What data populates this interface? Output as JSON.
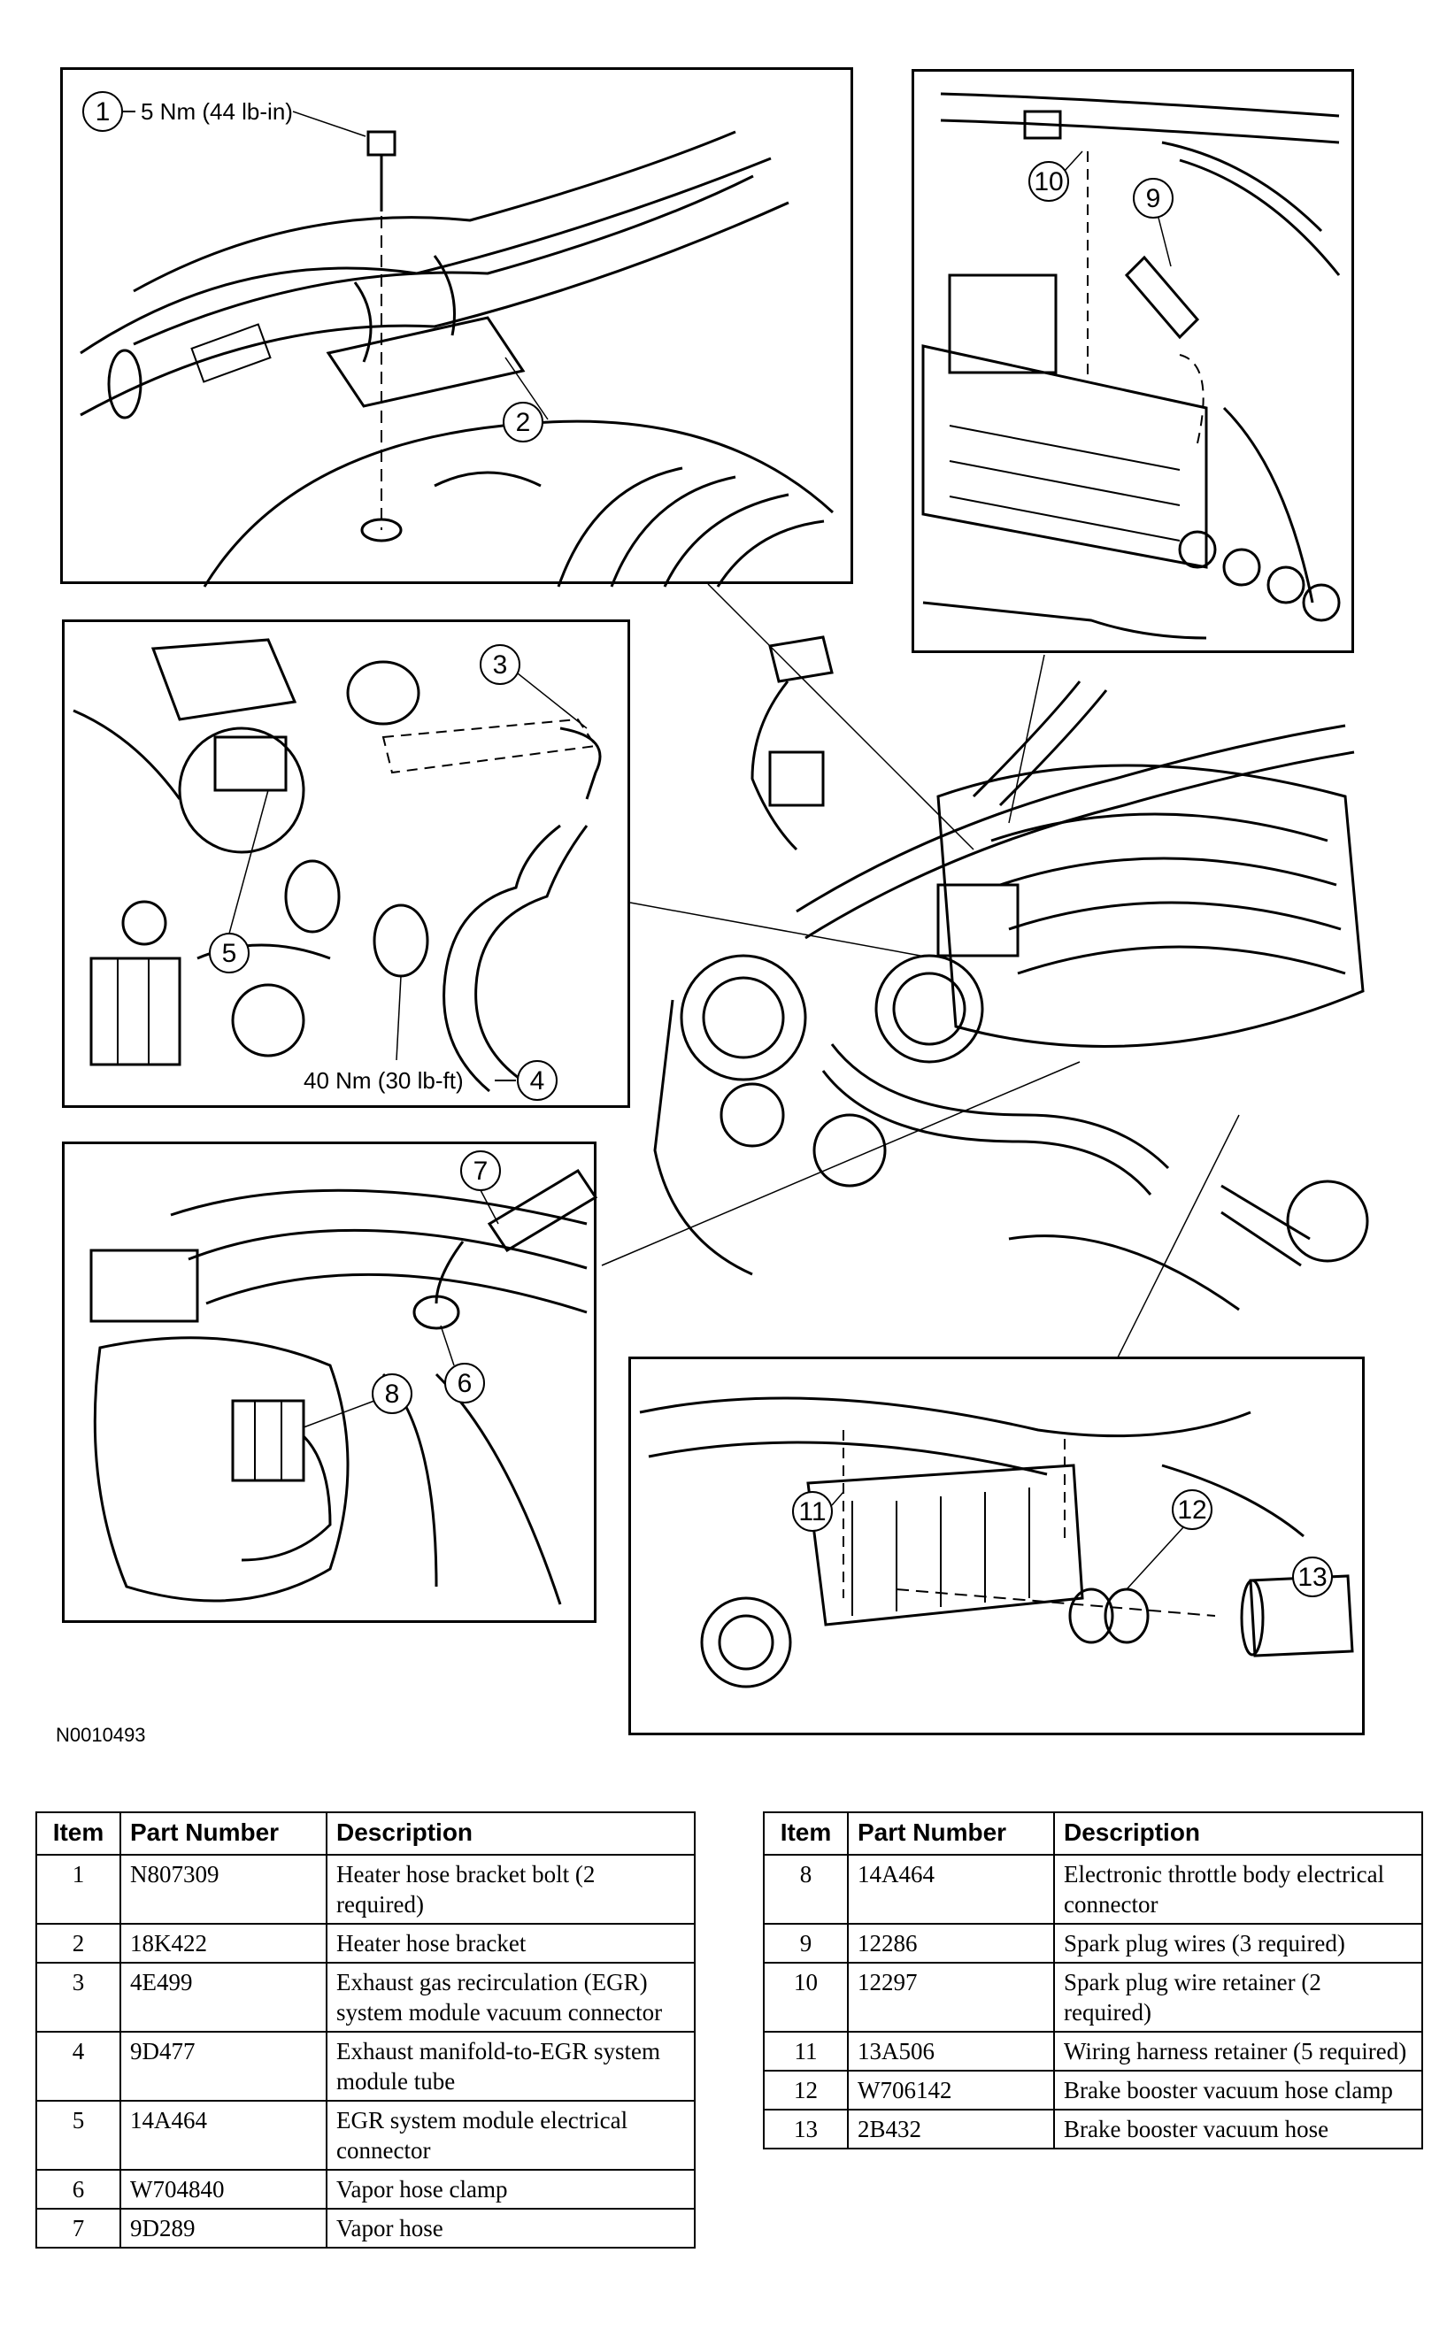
{
  "callouts": [
    {
      "num": "1"
    },
    {
      "num": "2"
    },
    {
      "num": "3"
    },
    {
      "num": "4"
    },
    {
      "num": "5"
    },
    {
      "num": "6"
    },
    {
      "num": "7"
    },
    {
      "num": "8"
    },
    {
      "num": "9"
    },
    {
      "num": "10"
    },
    {
      "num": "11"
    },
    {
      "num": "12"
    },
    {
      "num": "13"
    }
  ],
  "torque_specs": {
    "bolt_1": "5 Nm (44 lb-in)",
    "tube_4": "40 Nm (30 lb-ft)"
  },
  "figure_id": "N0010493",
  "table_headers": {
    "item": "Item",
    "part_number": "Part Number",
    "description": "Description"
  },
  "table_left": [
    {
      "item": "1",
      "part": "N807309",
      "desc": "Heater hose bracket bolt (2 required)"
    },
    {
      "item": "2",
      "part": "18K422",
      "desc": "Heater hose bracket"
    },
    {
      "item": "3",
      "part": "4E499",
      "desc": "Exhaust gas recirculation (EGR) system module vacuum connector"
    },
    {
      "item": "4",
      "part": "9D477",
      "desc": "Exhaust manifold-to-EGR system module tube"
    },
    {
      "item": "5",
      "part": "14A464",
      "desc": "EGR system module electrical connector"
    },
    {
      "item": "6",
      "part": "W704840",
      "desc": "Vapor hose clamp"
    },
    {
      "item": "7",
      "part": "9D289",
      "desc": "Vapor hose"
    }
  ],
  "table_right": [
    {
      "item": "8",
      "part": "14A464",
      "desc": "Electronic throttle body electrical connector"
    },
    {
      "item": "9",
      "part": "12286",
      "desc": "Spark plug wires (3 required)"
    },
    {
      "item": "10",
      "part": "12297",
      "desc": "Spark plug wire retainer (2 required)"
    },
    {
      "item": "11",
      "part": "13A506",
      "desc": "Wiring harness retainer (5 required)"
    },
    {
      "item": "12",
      "part": "W706142",
      "desc": "Brake booster vacuum hose clamp"
    },
    {
      "item": "13",
      "part": "2B432",
      "desc": "Brake booster vacuum hose"
    }
  ]
}
